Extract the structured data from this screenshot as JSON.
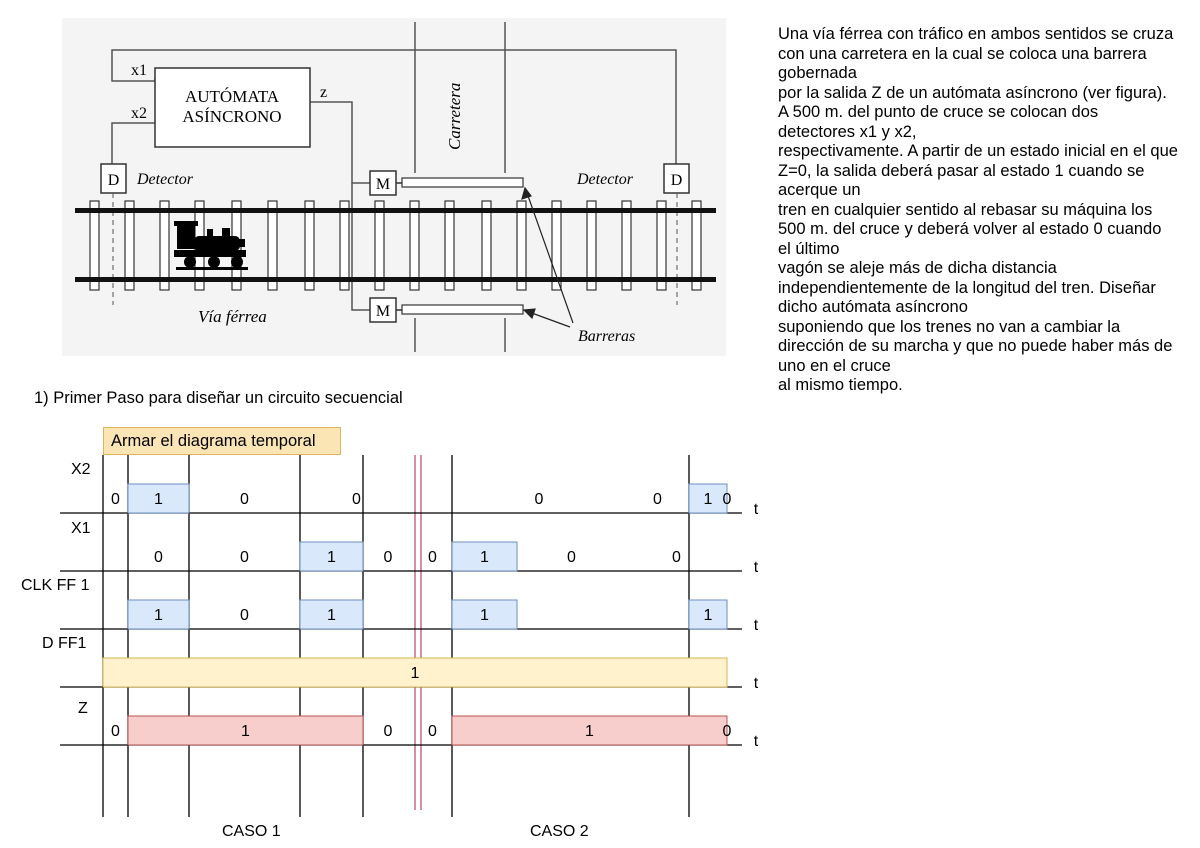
{
  "colors": {
    "diagram_bg": "#f4f4f4",
    "blue_fill": "#dae8fc",
    "blue_stroke": "#6c8ebf",
    "yellow_fill": "#fff2cc",
    "yellow_stroke": "#d6b656",
    "red_fill": "#f8cecc",
    "red_stroke": "#b85450",
    "separator": "#c0506e"
  },
  "schematic": {
    "automaton_label_1": "AUTÓMATA",
    "automaton_label_2": "ASÍNCRONO",
    "input_x1": "x1",
    "input_x2": "x2",
    "output_z": "z",
    "road_label": "Carretera",
    "detector_label": "Detector",
    "detector_box": "D",
    "motor_box": "M",
    "track_label": "Vía férrea",
    "barriers_label": "Barreras",
    "train_icon": "locomotive-icon"
  },
  "description": [
    "Una vía férrea con tráfico en ambos sentidos se cruza con una carretera en la cual se coloca una barrera gobernada",
    "por la salida Z de un autómata asíncrono (ver figura). A 500 m. del punto de cruce se colocan dos detectores x1 y x2,",
    "respectivamente. A partir de un estado inicial en el que Z=0, la salida deberá pasar al estado 1 cuando se acerque un",
    "tren en cualquier sentido al rebasar su máquina los 500 m. del cruce y deberá volver al estado 0 cuando el último",
    "vagón se aleje más de dicha distancia independientemente de la longitud del tren. Diseñar dicho autómata asíncrono",
    "suponiendo que los trenes no van a cambiar la dirección de su marcha y que no puede haber más de uno en el cruce",
    "al mismo tiempo."
  ],
  "step_title": "1) Primer Paso para diseñar un circuito secuencial",
  "timing_title": "Armar el diagrama temporal",
  "timing": {
    "time_label": "t",
    "signals": [
      {
        "name": "X2",
        "segments": [
          {
            "v": "0",
            "from": 0,
            "to": 1
          },
          {
            "v": "1",
            "from": 1,
            "to": 2,
            "fill": "blue"
          },
          {
            "v": "0",
            "from": 2,
            "to": 3
          },
          {
            "v": "0",
            "from": 3,
            "to": 5
          },
          {
            "v": "0",
            "from": 6,
            "to": 8
          },
          {
            "v": "0",
            "from": 8,
            "to": 9
          },
          {
            "v": "1",
            "from": 9,
            "to": 10,
            "fill": "blue"
          },
          {
            "v": "0",
            "from": 10,
            "to": 11
          }
        ]
      },
      {
        "name": "X1",
        "segments": [
          {
            "v": "0",
            "from": 1,
            "to": 2
          },
          {
            "v": "0",
            "from": 2,
            "to": 3
          },
          {
            "v": "1",
            "from": 3,
            "to": 4,
            "fill": "blue"
          },
          {
            "v": "0",
            "from": 4,
            "to": 5
          },
          {
            "v": "0",
            "from": 5,
            "to": 6
          },
          {
            "v": "1",
            "from": 6,
            "to": 7,
            "fill": "blue"
          },
          {
            "v": "0",
            "from": 7,
            "to": 8
          },
          {
            "v": "0",
            "from": 8,
            "to": 10
          }
        ]
      },
      {
        "name": "CLK FF 1",
        "segments": [
          {
            "v": "1",
            "from": 1,
            "to": 2,
            "fill": "blue"
          },
          {
            "v": "0",
            "from": 2,
            "to": 3
          },
          {
            "v": "1",
            "from": 3,
            "to": 4,
            "fill": "blue"
          },
          {
            "v": "1",
            "from": 6,
            "to": 7,
            "fill": "blue"
          },
          {
            "v": "1",
            "from": 9,
            "to": 10,
            "fill": "blue"
          }
        ]
      },
      {
        "name": "D FF1",
        "segments": [
          {
            "v": "1",
            "from": 0,
            "to": 11,
            "fill": "yellow"
          }
        ]
      },
      {
        "name": "Z",
        "segments": [
          {
            "v": "0",
            "from": 0,
            "to": 1
          },
          {
            "v": "1",
            "from": 1,
            "to": 4,
            "fill": "red"
          },
          {
            "v": "0",
            "from": 4,
            "to": 5
          },
          {
            "v": "0",
            "from": 5,
            "to": 6
          },
          {
            "v": "1",
            "from": 6,
            "to": 10,
            "fill": "red"
          },
          {
            "v": "0",
            "from": 10,
            "to": 11
          }
        ]
      }
    ],
    "cases": [
      "CASO 1",
      "CASO 2"
    ]
  }
}
